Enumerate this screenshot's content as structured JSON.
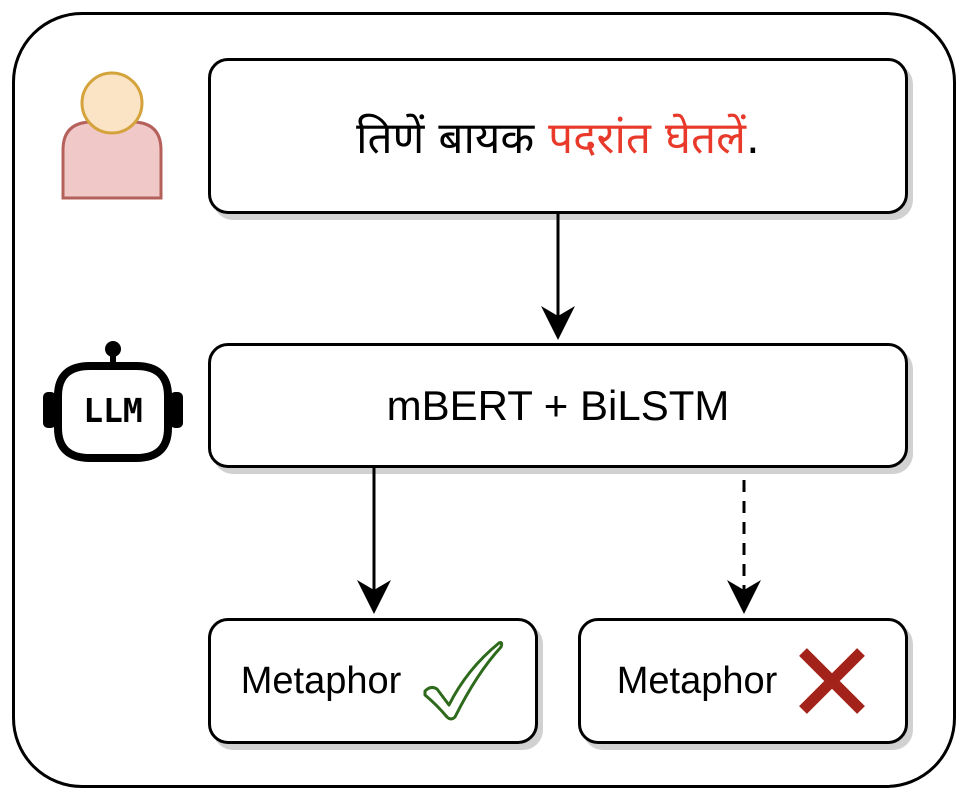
{
  "input": {
    "sentence_prefix": "तिणें बायक ",
    "sentence_highlight": "पदरांत घेतलें",
    "sentence_suffix": "."
  },
  "model": {
    "label": "mBERT + BiLSTM"
  },
  "robot_icon": {
    "label": "LLM"
  },
  "outputs": [
    {
      "label": "Metaphor",
      "icon": "check-icon"
    },
    {
      "label": "Metaphor",
      "icon": "cross-icon"
    }
  ],
  "colors": {
    "highlight": "#e8392a",
    "check": "#2e6a1c",
    "cross": "#a3231a",
    "user_head": "#fbe3c6",
    "user_body": "#f0c8c8"
  }
}
